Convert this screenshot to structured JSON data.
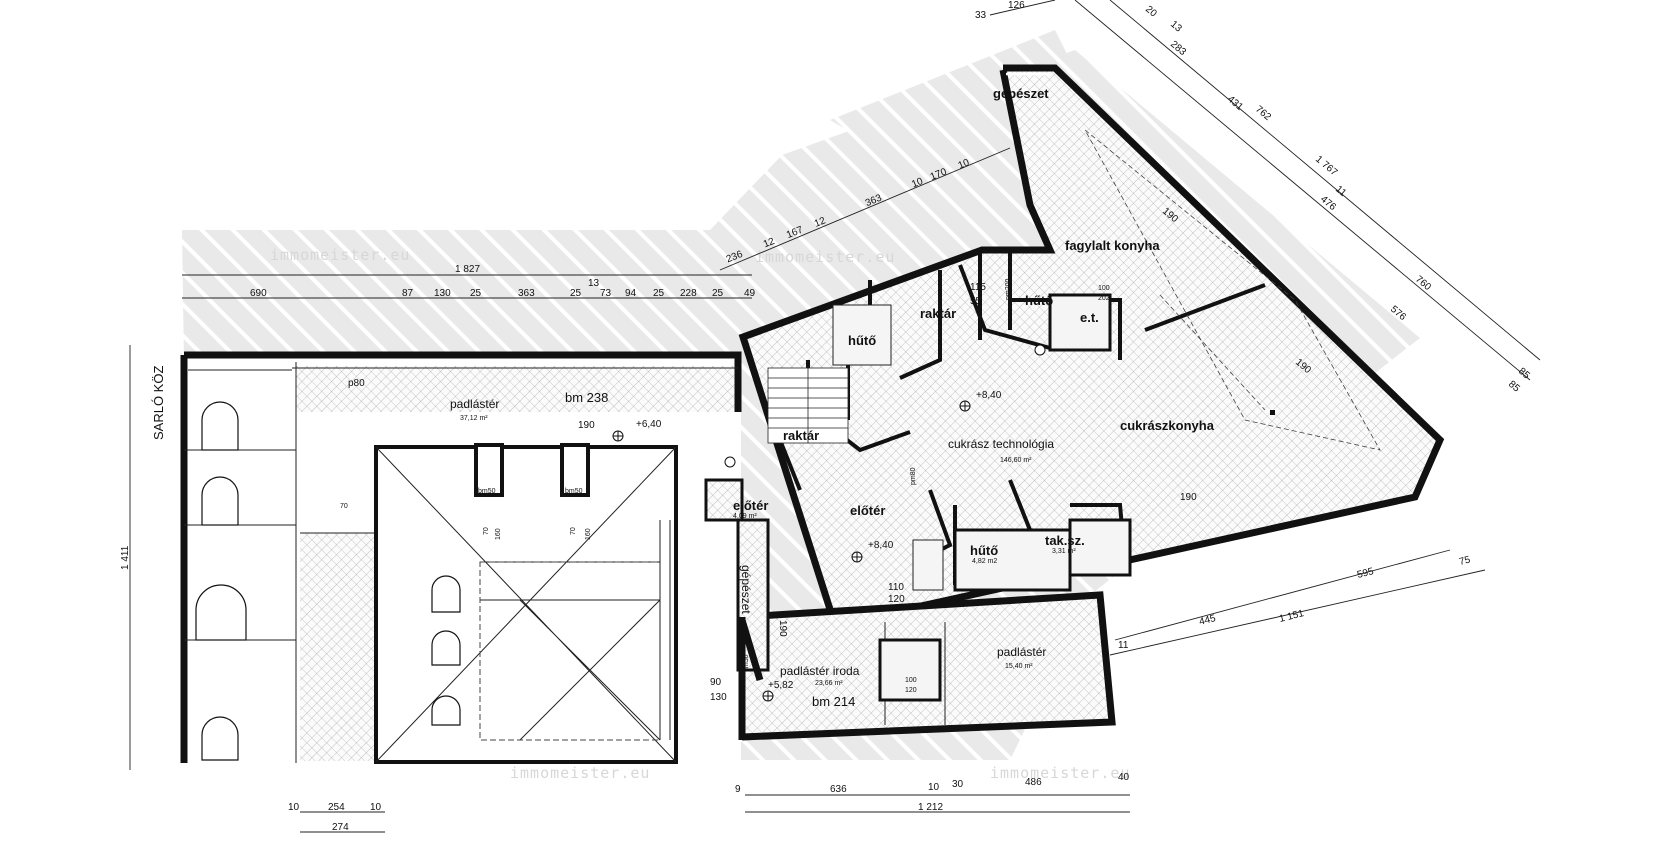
{
  "plan": {
    "street_name": "SARLÓ KÖZ",
    "watermarks": [
      "immomeister.eu",
      "immomeister.eu",
      "immomeister.eu"
    ],
    "rooms": {
      "gepeszet_top": "gépészet",
      "fagylalt_konyha": "fagylalt konyha",
      "hutok_top_left": "hűtő",
      "raktar": "raktár",
      "huto_mid": "hűtő",
      "et": "e.t.",
      "cukraszkonyha": "cukrászkonyha",
      "cukrasz_technologia": "cukrász technológia",
      "cukrasz_area": "146,60 m²",
      "raktar_small": "raktár",
      "eloter_main": "előtér",
      "huto_bottom": "hűtő",
      "huto_bottom_area": "4,82 m2",
      "tak_sz": "tak.sz.",
      "tak_sz_area": "3,31 m²",
      "eloter_small": "előtér",
      "eloter_small_area": "4,09 m²",
      "gepeszet_side": "gépészet",
      "padlaster_iroda": "padlástér iroda",
      "padlaster_iroda_area": "23,66 m²",
      "padlaster_right": "padlástér",
      "padlaster_right_area": "15,40 m²",
      "padlaster_left": "padlástér",
      "padlaster_left_area": "37,12 m²"
    },
    "labels": {
      "bm238": "bm 238",
      "bm214": "bm 214",
      "p80": "p80",
      "bm50a": "bm50",
      "bm50b": "bm50",
      "pm50": "pm50",
      "pm200": "pm200",
      "pm80": "pm80",
      "lvl_840a": "+8,40",
      "lvl_840b": "+8,40",
      "lvl_640": "+6,40",
      "lvl_582": "+5,82",
      "dim_190_a": "190",
      "dim_190_b": "190",
      "dim_190_c": "190",
      "dim_190_d": "190",
      "dim_190_e": "190",
      "dim_70a": "70",
      "dim_160a": "160",
      "dim_70b": "70",
      "dim_160b": "160",
      "dim_90": "90",
      "dim_130": "130",
      "dim_110": "110",
      "dim_120": "120",
      "dim_115": "115",
      "dim_55": "55",
      "dim_100a": "100",
      "dim_202": "202",
      "dim_100b": "100",
      "dim_120c": "120",
      "dim_70c": "70"
    },
    "dims": {
      "top_total": "1 827",
      "top_row": [
        "690",
        "87",
        "130",
        "25",
        "363",
        "25",
        "13",
        "73",
        "94",
        "25",
        "228",
        "25",
        "49"
      ],
      "diag_a": [
        "236",
        "12",
        "167",
        "12",
        "363",
        "10",
        "170",
        "10"
      ],
      "top_small": [
        "33",
        "126"
      ],
      "right_diag": [
        "20",
        "13",
        "283",
        "431",
        "762",
        "1 767",
        "11",
        "476",
        "760",
        "576",
        "85",
        "85"
      ],
      "left_height": "1 411",
      "bottom_left": [
        "10",
        "254",
        "10"
      ],
      "bottom_left_total": "274",
      "bottom_mid": [
        "9",
        "636",
        "10",
        "30",
        "486",
        "40"
      ],
      "bottom_mid_total": "1 212",
      "right_low": [
        "595",
        "75",
        "445",
        "1 151",
        "11"
      ]
    }
  }
}
